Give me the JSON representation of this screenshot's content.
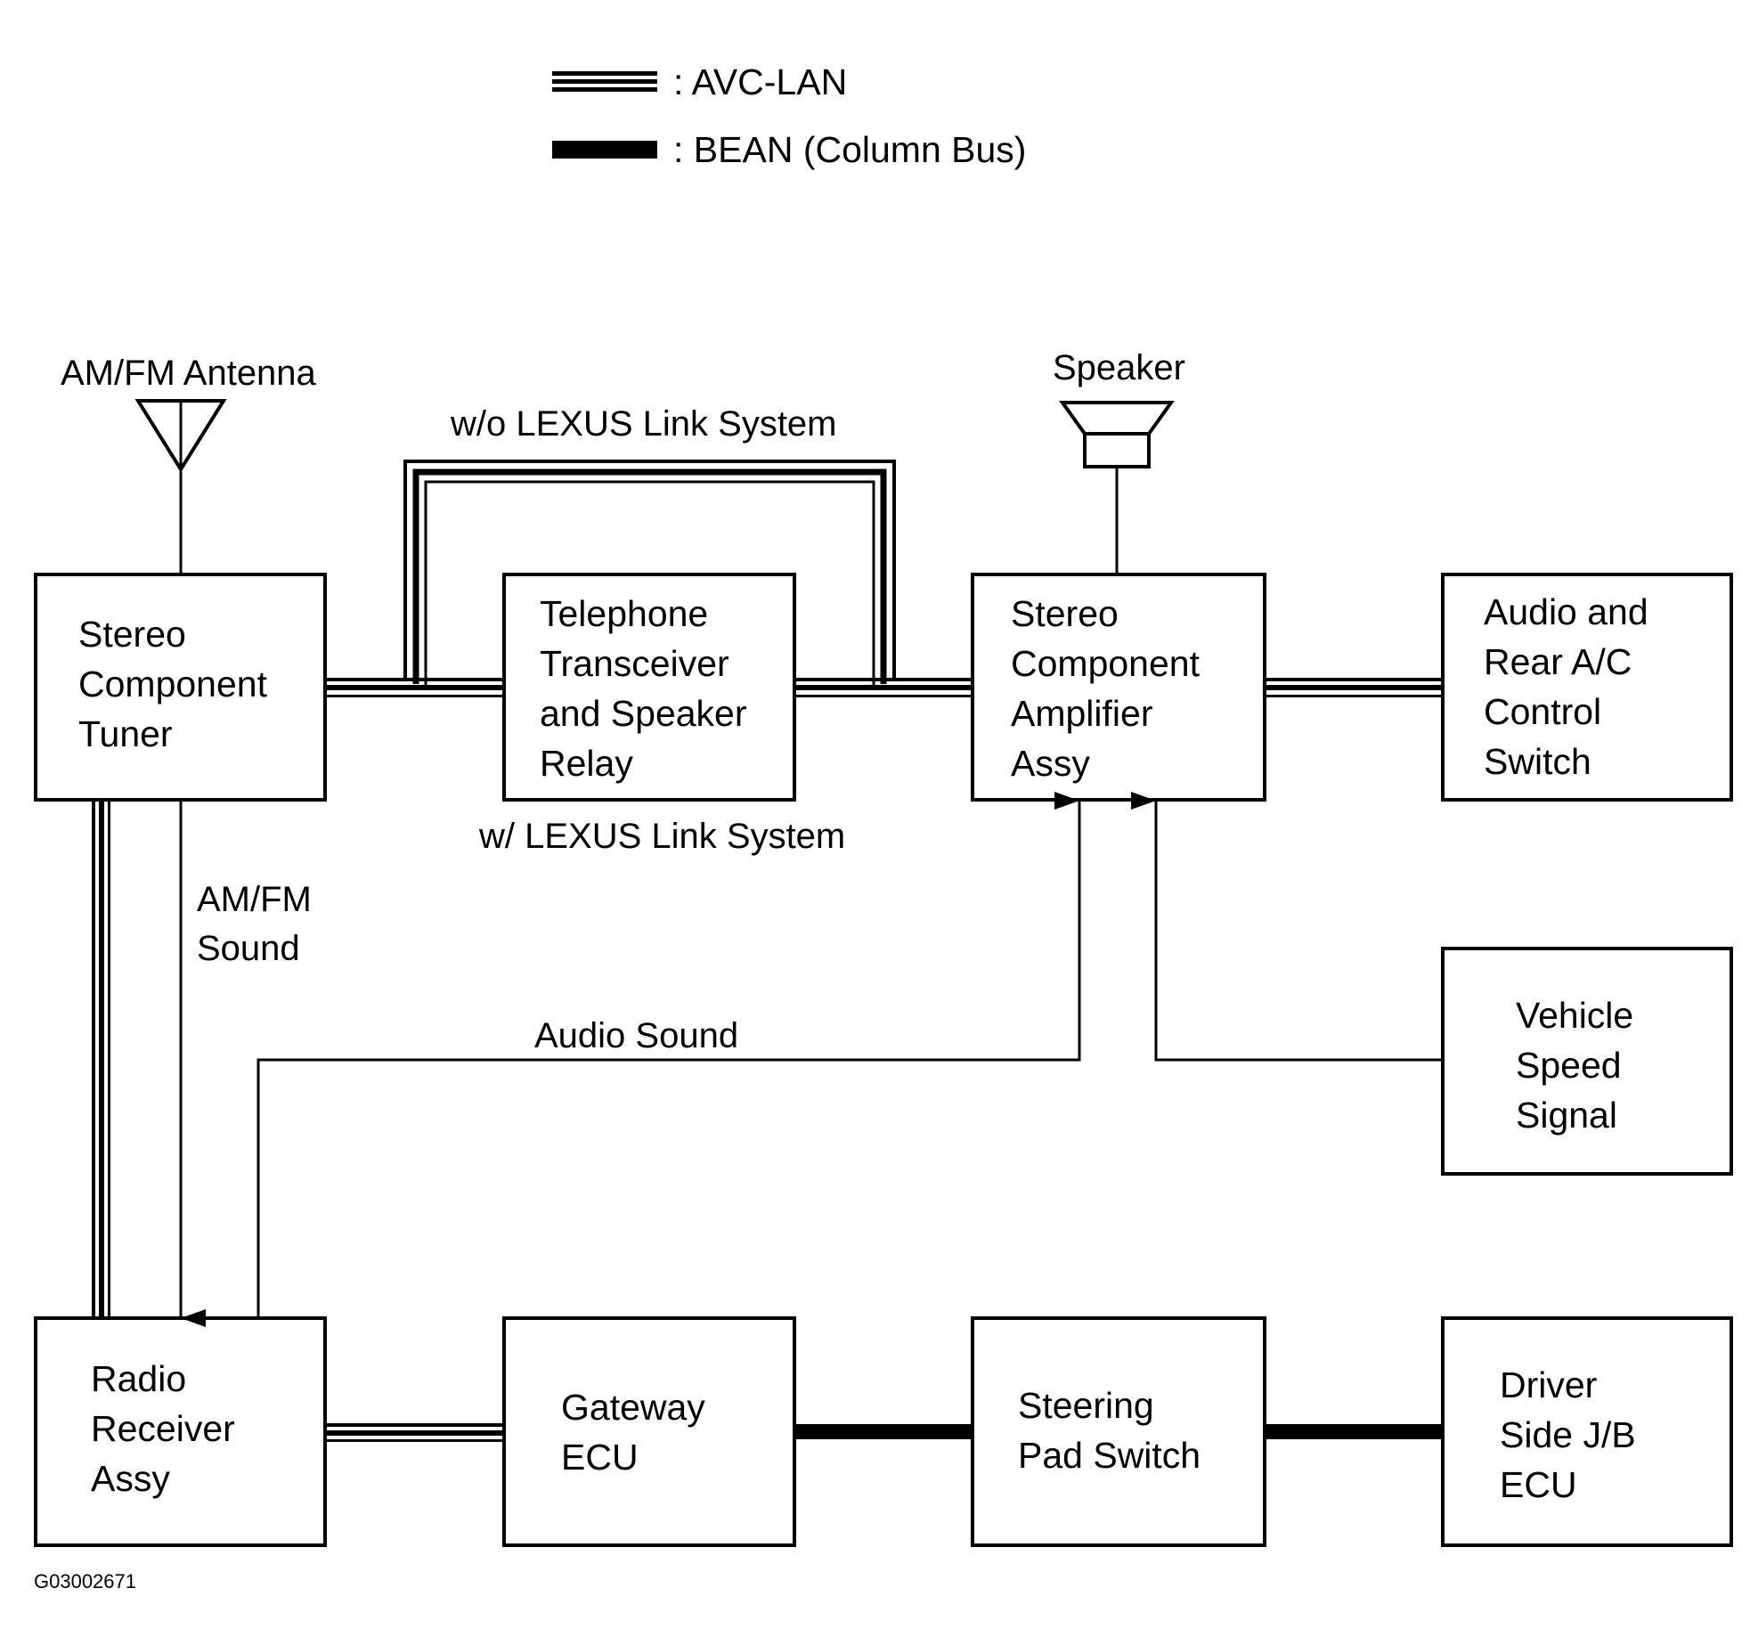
{
  "legend": {
    "avc_lan": ": AVC-LAN",
    "bean": ": BEAN (Column Bus)"
  },
  "labels": {
    "am_fm_antenna": "AM/FM Antenna",
    "speaker": "Speaker",
    "wo_lexus_link": "w/o LEXUS Link System",
    "w_lexus_link": "w/ LEXUS Link System",
    "am_fm_sound_1": "AM/FM",
    "am_fm_sound_2": "Sound",
    "audio_sound": "Audio Sound",
    "figure_code": "G03002671"
  },
  "boxes": {
    "stereo_tuner": [
      "Stereo",
      "Component",
      "Tuner"
    ],
    "telephone": [
      "Telephone",
      "Transceiver",
      "and Speaker",
      "Relay"
    ],
    "amplifier": [
      "Stereo",
      "Component",
      "Amplifier",
      "Assy"
    ],
    "audio_rear": [
      "Audio and",
      "Rear A/C",
      "Control",
      "Switch"
    ],
    "vehicle_speed": [
      "Vehicle",
      "Speed",
      "Signal"
    ],
    "radio_receiver": [
      "Radio",
      "Receiver",
      "Assy"
    ],
    "gateway": [
      "Gateway",
      "ECU"
    ],
    "steering_pad": [
      "Steering",
      "Pad Switch"
    ],
    "driver_side": [
      "Driver",
      "Side J/B",
      "ECU"
    ]
  }
}
